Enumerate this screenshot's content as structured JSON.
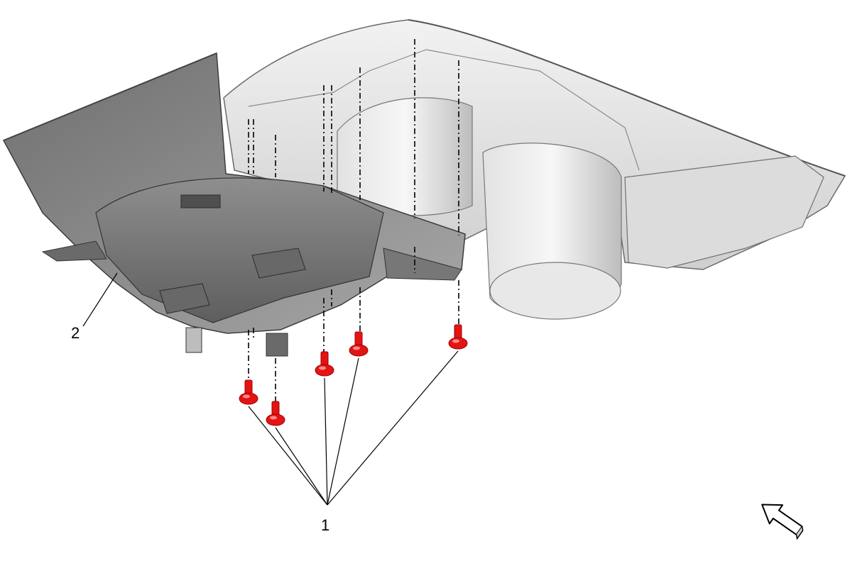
{
  "callouts": [
    {
      "id": "fastener",
      "label": "1"
    },
    {
      "id": "trim-panel",
      "label": "2"
    }
  ],
  "icons": {
    "direction_arrow": "arrow-up-left-icon"
  },
  "colors": {
    "fastener": "#e31414",
    "fastener_dark": "#a00000",
    "panel_dark": "#7d7d7d",
    "panel_mid": "#9a9a9a",
    "housing_light": "#e6e6e6",
    "housing_mid": "#c9c9c9",
    "line": "#000000"
  }
}
